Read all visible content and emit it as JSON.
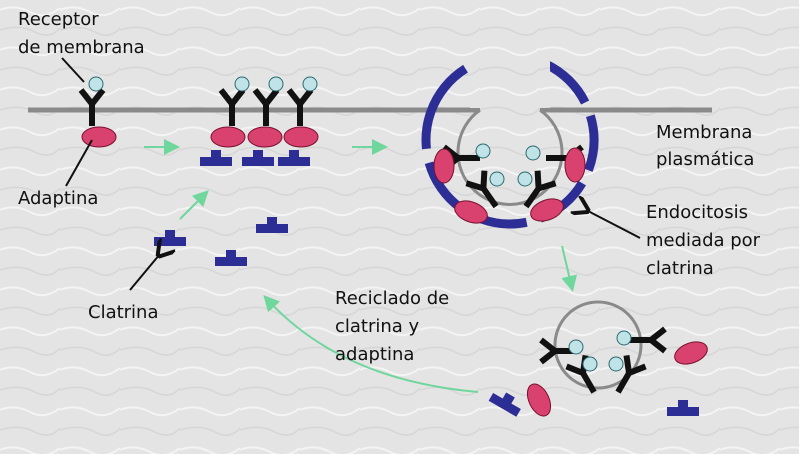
{
  "title": "Endocitosis mediada por clatrina",
  "labels": {
    "receptor": [
      "Receptor",
      "de membrana"
    ],
    "adaptina": "Adaptina",
    "clatrina": "Clatrina",
    "membrana": [
      "Membrana",
      "plasmática"
    ],
    "endocitosis": [
      "Endocitosis",
      "mediada por",
      "clatrina"
    ],
    "reciclado": [
      "Reciclado de",
      "clatrina y",
      "adaptina"
    ]
  },
  "colors": {
    "background": "#e4e4e4",
    "membrane": "#8a8a8a",
    "receptor": "#111111",
    "ligand": "#bfe3e6",
    "adaptin": "#d9416e",
    "clathrin": "#2d2d96",
    "green_arrow": "#6fd69c"
  }
}
